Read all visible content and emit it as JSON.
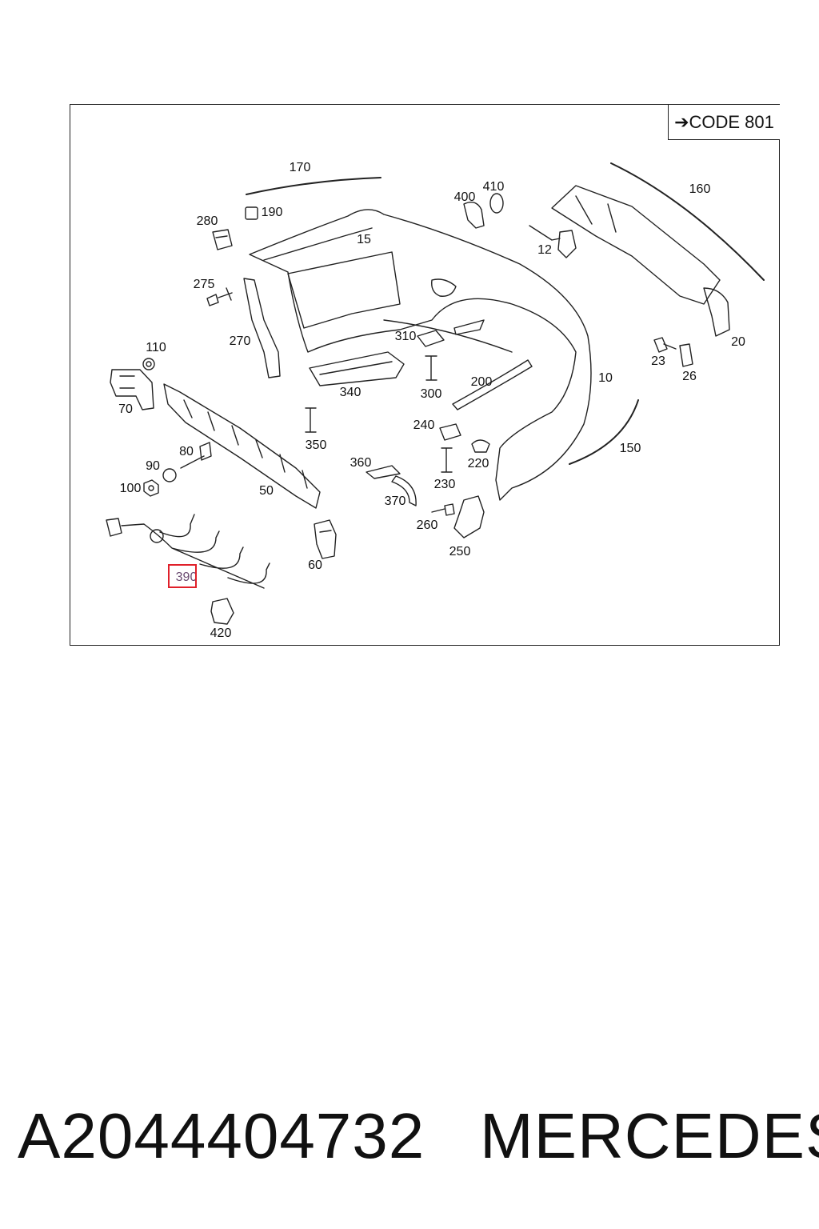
{
  "diagram": {
    "code_badge": "➔CODE 801",
    "labels": [
      "170",
      "190",
      "280",
      "275",
      "270",
      "110",
      "70",
      "80",
      "90",
      "100",
      "50",
      "60",
      "390",
      "420",
      "15",
      "400",
      "410",
      "310",
      "300",
      "340",
      "350",
      "360",
      "370",
      "260",
      "250",
      "240",
      "230",
      "220",
      "200",
      "10",
      "150",
      "160",
      "12",
      "20",
      "23",
      "26"
    ],
    "highlighted_label": "390",
    "colors": {
      "line": "#222222",
      "highlight": "#e0202a"
    }
  },
  "footer": {
    "part_number": "A2044404732",
    "brand": "MERCEDES"
  }
}
